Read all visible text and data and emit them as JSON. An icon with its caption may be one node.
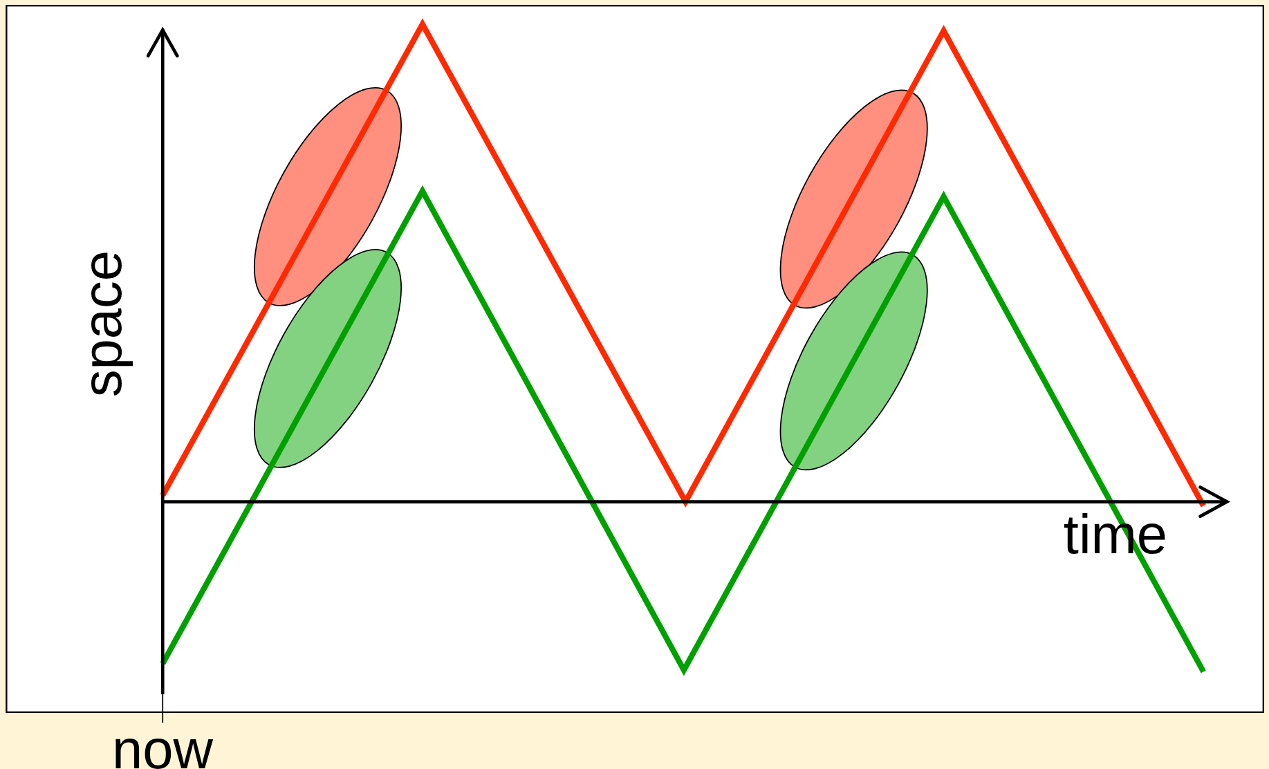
{
  "diagram": {
    "labels": [
      "space",
      "time",
      "now"
    ]
  }
}
